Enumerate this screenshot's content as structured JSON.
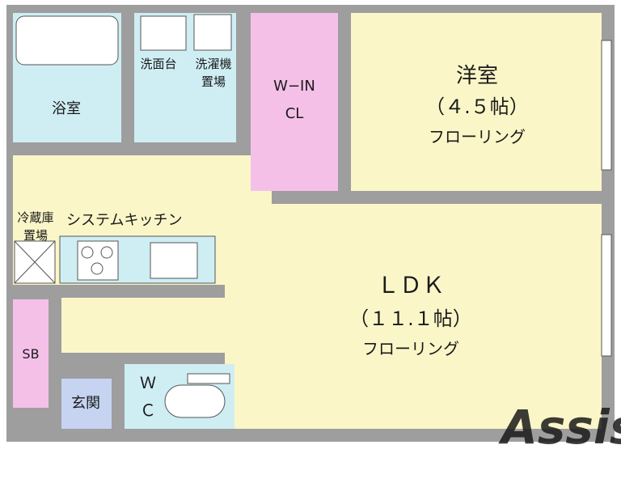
{
  "rooms": {
    "bath": {
      "label": "浴室"
    },
    "washbasin": {
      "label": "洗面台"
    },
    "washer": {
      "line1": "洗濯機",
      "line2": "置場"
    },
    "closet": {
      "line1": "W−IN",
      "line2": "CL"
    },
    "western": {
      "line1": "洋室",
      "line2": "（４.５帖）",
      "line3": "フローリング"
    },
    "fridge": {
      "line1": "冷蔵庫",
      "line2": "置場"
    },
    "kitchen": {
      "label": "システムキッチン"
    },
    "ldk": {
      "line1": "ＬＤＫ",
      "line2": "（１１.１帖）",
      "line3": "フローリング"
    },
    "shoebox": {
      "label": "SB"
    },
    "entrance": {
      "label": "玄関"
    },
    "wc": {
      "line1": "Ｗ",
      "line2": "Ｃ"
    }
  },
  "watermark": {
    "text": "Assist"
  },
  "colors": {
    "wall": "#9e9e9e",
    "bath": "#cfeef4",
    "wash": "#cfeef4",
    "wc": "#cfeef4",
    "closet": "#f5c0e8",
    "shoebox": "#f5c0e8",
    "floor": "#fbf6c8",
    "entrance_tile": "#c6d4f2",
    "kitchen_counter": "#cfeef4"
  }
}
